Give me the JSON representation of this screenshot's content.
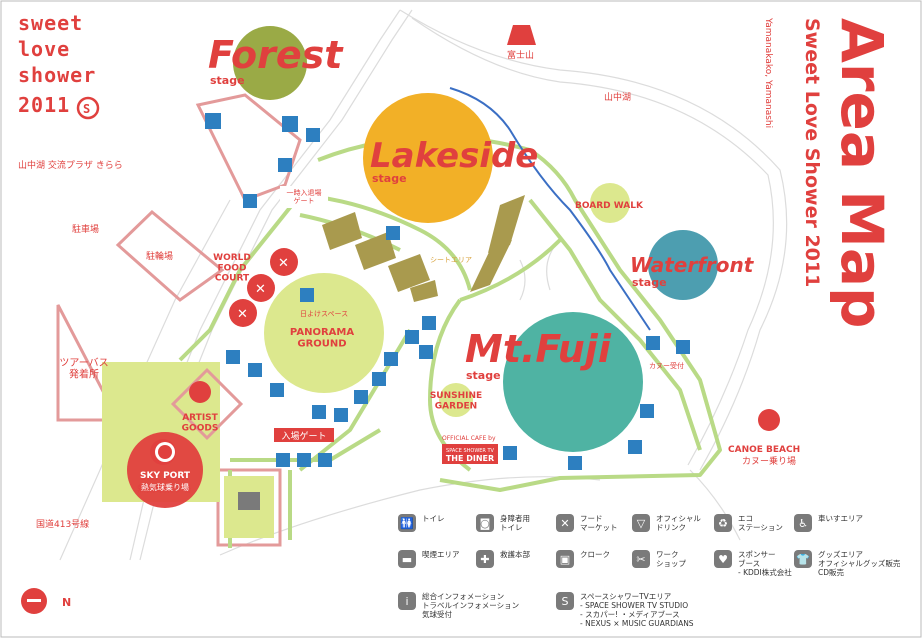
{
  "title": "Area Map",
  "subtitle": "Sweet Love Shower 2011",
  "place": "Yamanakako, Yamanashi",
  "logo_lines": [
    "sweet",
    "love",
    "shower",
    "2011"
  ],
  "stages": [
    {
      "name": "Forest",
      "sub": "stage",
      "color": "#9aaa46"
    },
    {
      "name": "Lakeside",
      "sub": "stage",
      "color": "#f2b027"
    },
    {
      "name": "Waterfront",
      "sub": "stage",
      "color": "#4d9eb0"
    },
    {
      "name": "Mt.Fuji",
      "sub": "stage",
      "color": "#4fb3a3"
    }
  ],
  "labels": {
    "fuji": "富士山",
    "yamanakako": "山中湖",
    "kirara": "山中湖 交流プラザ きらら",
    "parking": "駐車場",
    "bike_parking": "駐輪場",
    "bus": "ツアーバス\n発着所",
    "route": "国道413号線",
    "north": "N",
    "reentry": "一時入退場\nゲート",
    "entrance": "入場ゲート",
    "sheet_area": "シートエリア",
    "shade": "日よけスペース",
    "world_food": "WORLD\nFOOD\nCOURT",
    "panorama": "PANORAMA\nGROUND",
    "artist_goods": "ARTIST\nGOODS",
    "sky_port": "SKY PORT",
    "sky_port_jp": "熱気球乗り場",
    "sunshine": "SUNSHINE\nGARDEN",
    "cafe_head": "OFFICIAL CAFE by",
    "cafe_line1": "SPACE SHOWER TV",
    "cafe_line2": "THE DINER",
    "board_walk": "BOARD WALK",
    "canoe_reception": "カヌー受付",
    "canoe_beach": "CANOE BEACH",
    "canoe_jp": "カヌー乗り場"
  },
  "legend": [
    {
      "icon": "toilet-icon",
      "glyph": "🚻",
      "text": "トイレ"
    },
    {
      "icon": "accessible-toilet-icon",
      "glyph": "◙",
      "text": "身障者用\nトイレ"
    },
    {
      "icon": "food-icon",
      "glyph": "✕",
      "text": "フード\nマーケット"
    },
    {
      "icon": "drink-icon",
      "glyph": "▽",
      "text": "オフィシャル\nドリンク"
    },
    {
      "icon": "eco-station-icon",
      "glyph": "♻",
      "text": "エコ\nステーション"
    },
    {
      "icon": "wheelchair-icon",
      "glyph": "♿",
      "text": "車いすエリア"
    },
    {
      "icon": "smoking-icon",
      "glyph": "▬",
      "text": "喫煙エリア"
    },
    {
      "icon": "first-aid-icon",
      "glyph": "✚",
      "text": "救護本部"
    },
    {
      "icon": "cloak-icon",
      "glyph": "▣",
      "text": "クローク"
    },
    {
      "icon": "workshop-icon",
      "glyph": "✂",
      "text": "ワーク\nショップ"
    },
    {
      "icon": "sponsor-icon",
      "glyph": "♥",
      "text": "スポンサー\nブース\n- KDDI株式会社"
    },
    {
      "icon": "goods-icon",
      "glyph": "👕",
      "text": "グッズエリア\nオフィシャルグッズ販売\nCD販売"
    },
    {
      "icon": "info-icon",
      "glyph": "i",
      "text": "総合インフォメーション\nトラベルインフォメーション\n気球受付"
    },
    {
      "icon": "space-shower-icon",
      "glyph": "S",
      "text": "スペースシャワーTVエリア\n- SPACE SHOWER TV STUDIO\n- スカパー! ・メディアブース\n- NEXUS × MUSIC GUARDIANS"
    }
  ],
  "colors": {
    "accent_red": "#e0403e",
    "pink_outline": "#e39a9a",
    "path_green": "#b5d77d",
    "road_gray": "#d8d8d8",
    "boardwalk_blue": "#3b6fc4",
    "icon_blue": "#2d7fc0",
    "seat_brown": "#a99a4e",
    "light_green": "#dce88e"
  }
}
